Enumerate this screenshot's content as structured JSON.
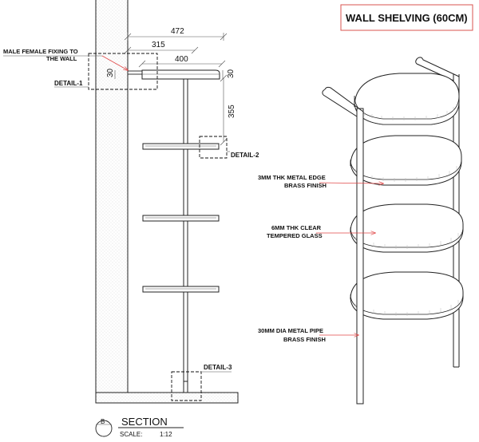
{
  "title": "WALL SHELVING (60CM)",
  "dimensions": {
    "d472": "472",
    "d315": "315",
    "d400": "400",
    "d30_left": "30",
    "d30_right": "30",
    "d355": "355"
  },
  "details": {
    "detail1": "DETAIL-1",
    "detail2": "DETAIL-2",
    "detail3": "DETAIL-3"
  },
  "notes": {
    "fixing_line1": "MALE FEMALE FIXING TO",
    "fixing_line2": "THE WALL",
    "edge_line1": "3MM THK METAL EDGE",
    "edge_line2": "BRASS FINISH",
    "glass_line1": "6MM THK CLEAR",
    "glass_line2": "TEMPERED GLASS",
    "pipe_line1": "30MM DIA METAL PIPE",
    "pipe_line2": "BRASS FINISH"
  },
  "section": {
    "marker": "B",
    "title": "SECTION",
    "scale_label": "SCALE:",
    "scale_value": "1:12"
  },
  "colors": {
    "linework": "#222222",
    "leader_arrows": "#e04848",
    "title_box": "#d9534f"
  }
}
